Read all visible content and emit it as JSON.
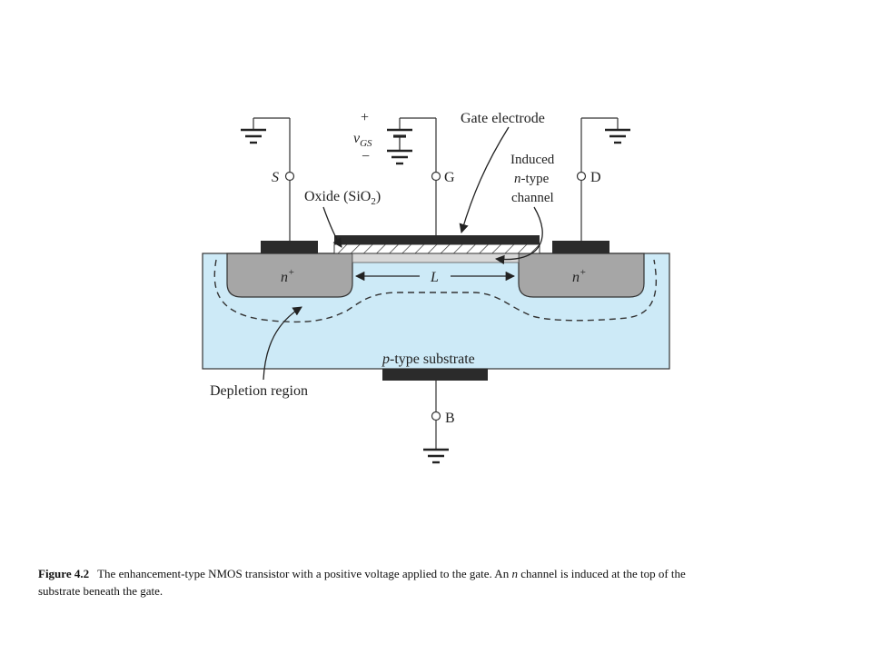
{
  "diagram": {
    "terminals": {
      "source": "S",
      "gate": "G",
      "drain": "D",
      "body": "B"
    },
    "supply": {
      "plus": "+",
      "minus": "−",
      "v": "v",
      "v_sub": "GS"
    },
    "labels": {
      "gate_electrode": "Gate electrode",
      "oxide_prefix": "Oxide (SiO",
      "oxide_sub": "2",
      "oxide_suffix": ")",
      "induced_line1": "Induced",
      "induced_line2_italic": "n",
      "induced_line2_rest": "-type",
      "induced_line3": "channel",
      "n_plus": "n",
      "n_plus_sup": "+",
      "channel_length": "L",
      "substrate_italic": "p",
      "substrate_rest": "-type substrate",
      "depletion": "Depletion region"
    },
    "colors": {
      "substrate": "#cdeaf7",
      "n_region": "#a6a6a6",
      "metal": "#2b2b2b",
      "outline": "#333333"
    }
  },
  "caption": {
    "label": "Figure 4.2",
    "text_before": "The enhancement-type NMOS transistor with a positive voltage applied to the gate. An",
    "text_italic": "n",
    "text_after": "channel is induced at the top of the substrate beneath the gate."
  }
}
